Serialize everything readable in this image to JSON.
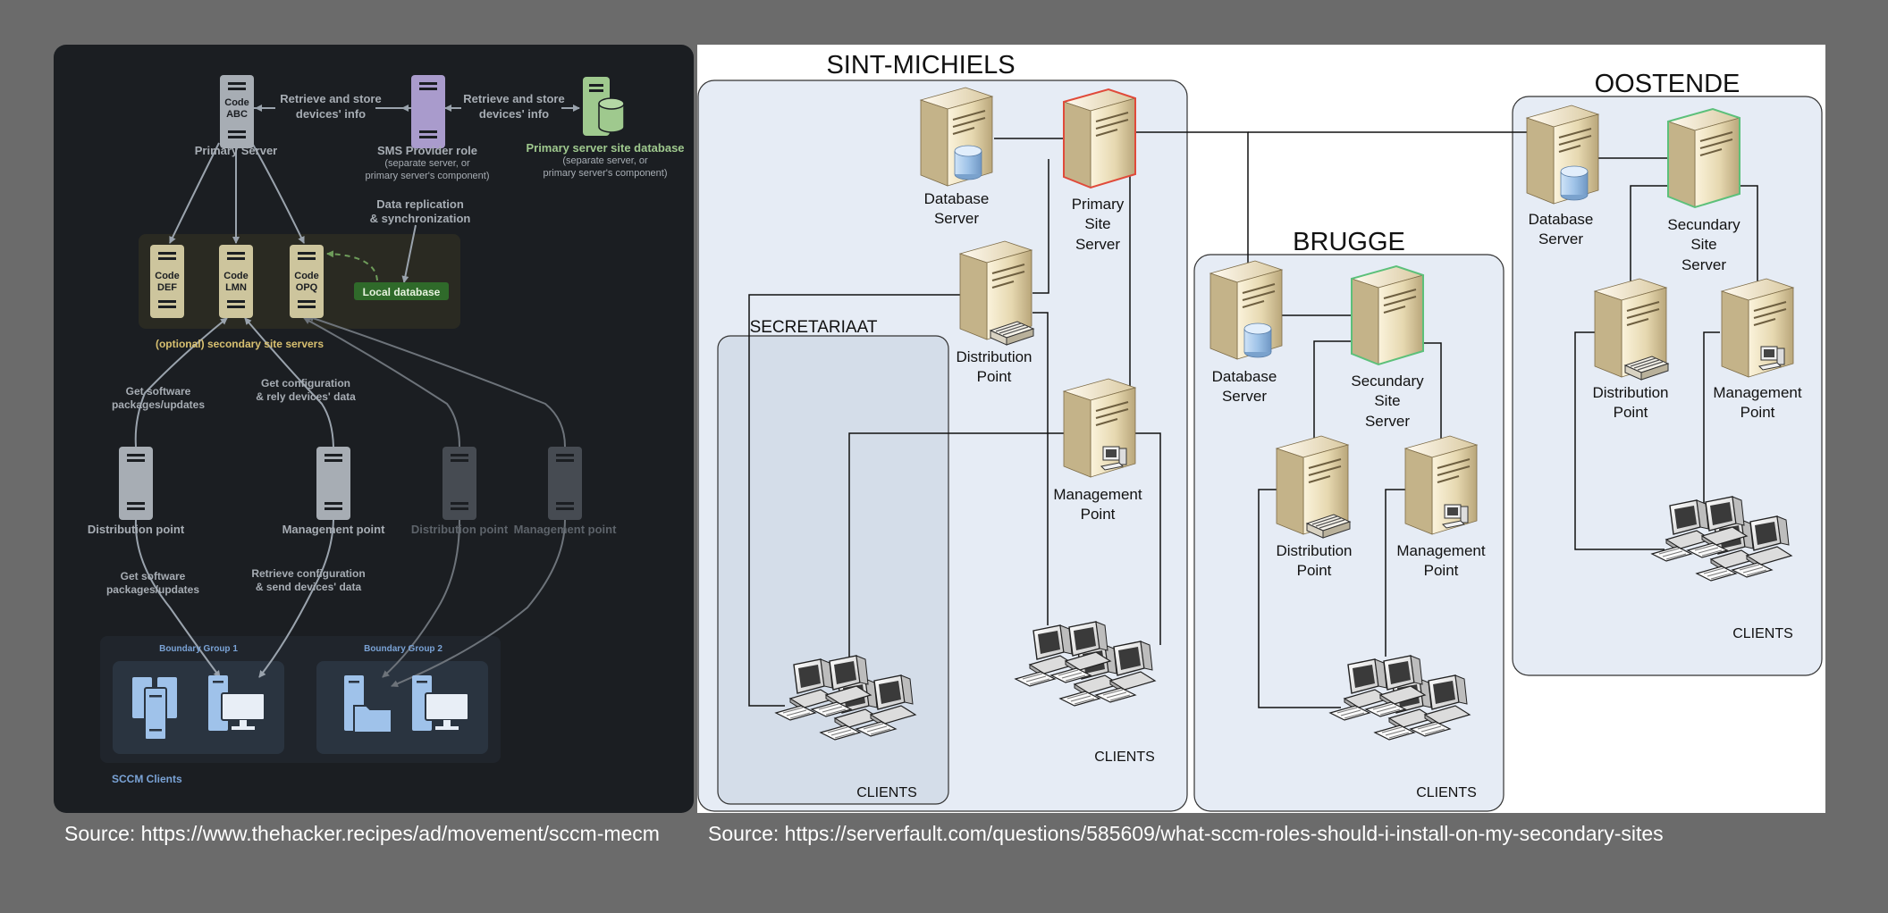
{
  "left_diagram": {
    "primary_server": {
      "label": "Primary Server",
      "code_line1": "Code",
      "code_line2": "ABC"
    },
    "arrow_label_left": {
      "line1": "Retrieve and store",
      "line2": "devices' info"
    },
    "sms_provider": {
      "title": "SMS Provider role",
      "sub1": "(separate server, or",
      "sub2": "primary server's component)"
    },
    "arrow_label_right": {
      "line1": "Retrieve and store",
      "line2": "devices' info"
    },
    "site_database": {
      "title": "Primary server site database",
      "sub1": "(separate server, or",
      "sub2": "primary server's component)"
    },
    "replication": {
      "line1": "Data replication",
      "line2": "& synchronization"
    },
    "secondary_servers": [
      {
        "code_line1": "Code",
        "code_line2": "DEF"
      },
      {
        "code_line1": "Code",
        "code_line2": "LMN"
      },
      {
        "code_line1": "Code",
        "code_line2": "OPQ"
      }
    ],
    "local_database": "Local database",
    "secondary_label": "(optional) secondary site servers",
    "get_software_upper": {
      "line1": "Get software",
      "line2": "packages/updates"
    },
    "get_config": {
      "line1": "Get configuration",
      "line2": "& rely devices' data"
    },
    "distribution_point_1": "Distribution point",
    "management_point_1": "Management point",
    "distribution_point_2": "Distribution point",
    "management_point_2": "Management point",
    "get_software_lower": {
      "line1": "Get software",
      "line2": "packages/updates"
    },
    "retrieve_config": {
      "line1": "Retrieve configuration",
      "line2": "& send devices' data"
    },
    "boundary_group_1": "Boundary Group 1",
    "boundary_group_2": "Boundary Group 2",
    "sccm_clients": "SCCM Clients"
  },
  "right_diagram": {
    "sint_michiels": {
      "title": "SINT-MICHIELS",
      "database_server": {
        "line1": "Database",
        "line2": "Server"
      },
      "primary_site_server": {
        "line1": "Primary",
        "line2": "Site",
        "line3": "Server"
      },
      "distribution_point": {
        "line1": "Distribution",
        "line2": "Point"
      },
      "management_point": {
        "line1": "Management",
        "line2": "Point"
      },
      "clients": "CLIENTS"
    },
    "secretariaat": {
      "title": "SECRETARIAAT",
      "clients": "CLIENTS"
    },
    "brugge": {
      "title": "BRUGGE",
      "database_server": {
        "line1": "Database",
        "line2": "Server"
      },
      "secondary_site_server": {
        "line1": "Secundary",
        "line2": "Site",
        "line3": "Server"
      },
      "distribution_point": {
        "line1": "Distribution",
        "line2": "Point"
      },
      "management_point": {
        "line1": "Management",
        "line2": "Point"
      },
      "clients": "CLIENTS"
    },
    "oostende": {
      "title": "OOSTENDE",
      "database_server": {
        "line1": "Database",
        "line2": "Server"
      },
      "secondary_site_server": {
        "line1": "Secundary",
        "line2": "Site",
        "line3": "Server"
      },
      "distribution_point": {
        "line1": "Distribution",
        "line2": "Point"
      },
      "management_point": {
        "line1": "Management",
        "line2": "Point"
      },
      "clients": "CLIENTS"
    }
  },
  "sources": {
    "left": "Source: https://www.thehacker.recipes/ad/movement/sccm-mecm",
    "right": "Source: https://serverfault.com/questions/585609/what-sccm-roles-should-i-install-on-my-secondary-sites"
  },
  "colors": {
    "background": "#6b6b6b",
    "dark_panel": "#1b1e22",
    "secondary_label": "#d8c070",
    "database_green": "#9fc98e",
    "sms_purple": "#a99bcc",
    "server_gray": "#a7adb4",
    "server_tan": "#cdc59d",
    "boundary_blue": "#7aa3d6",
    "site_fill": "#e6ecf5",
    "secretariaat_fill": "#d4dde9"
  }
}
